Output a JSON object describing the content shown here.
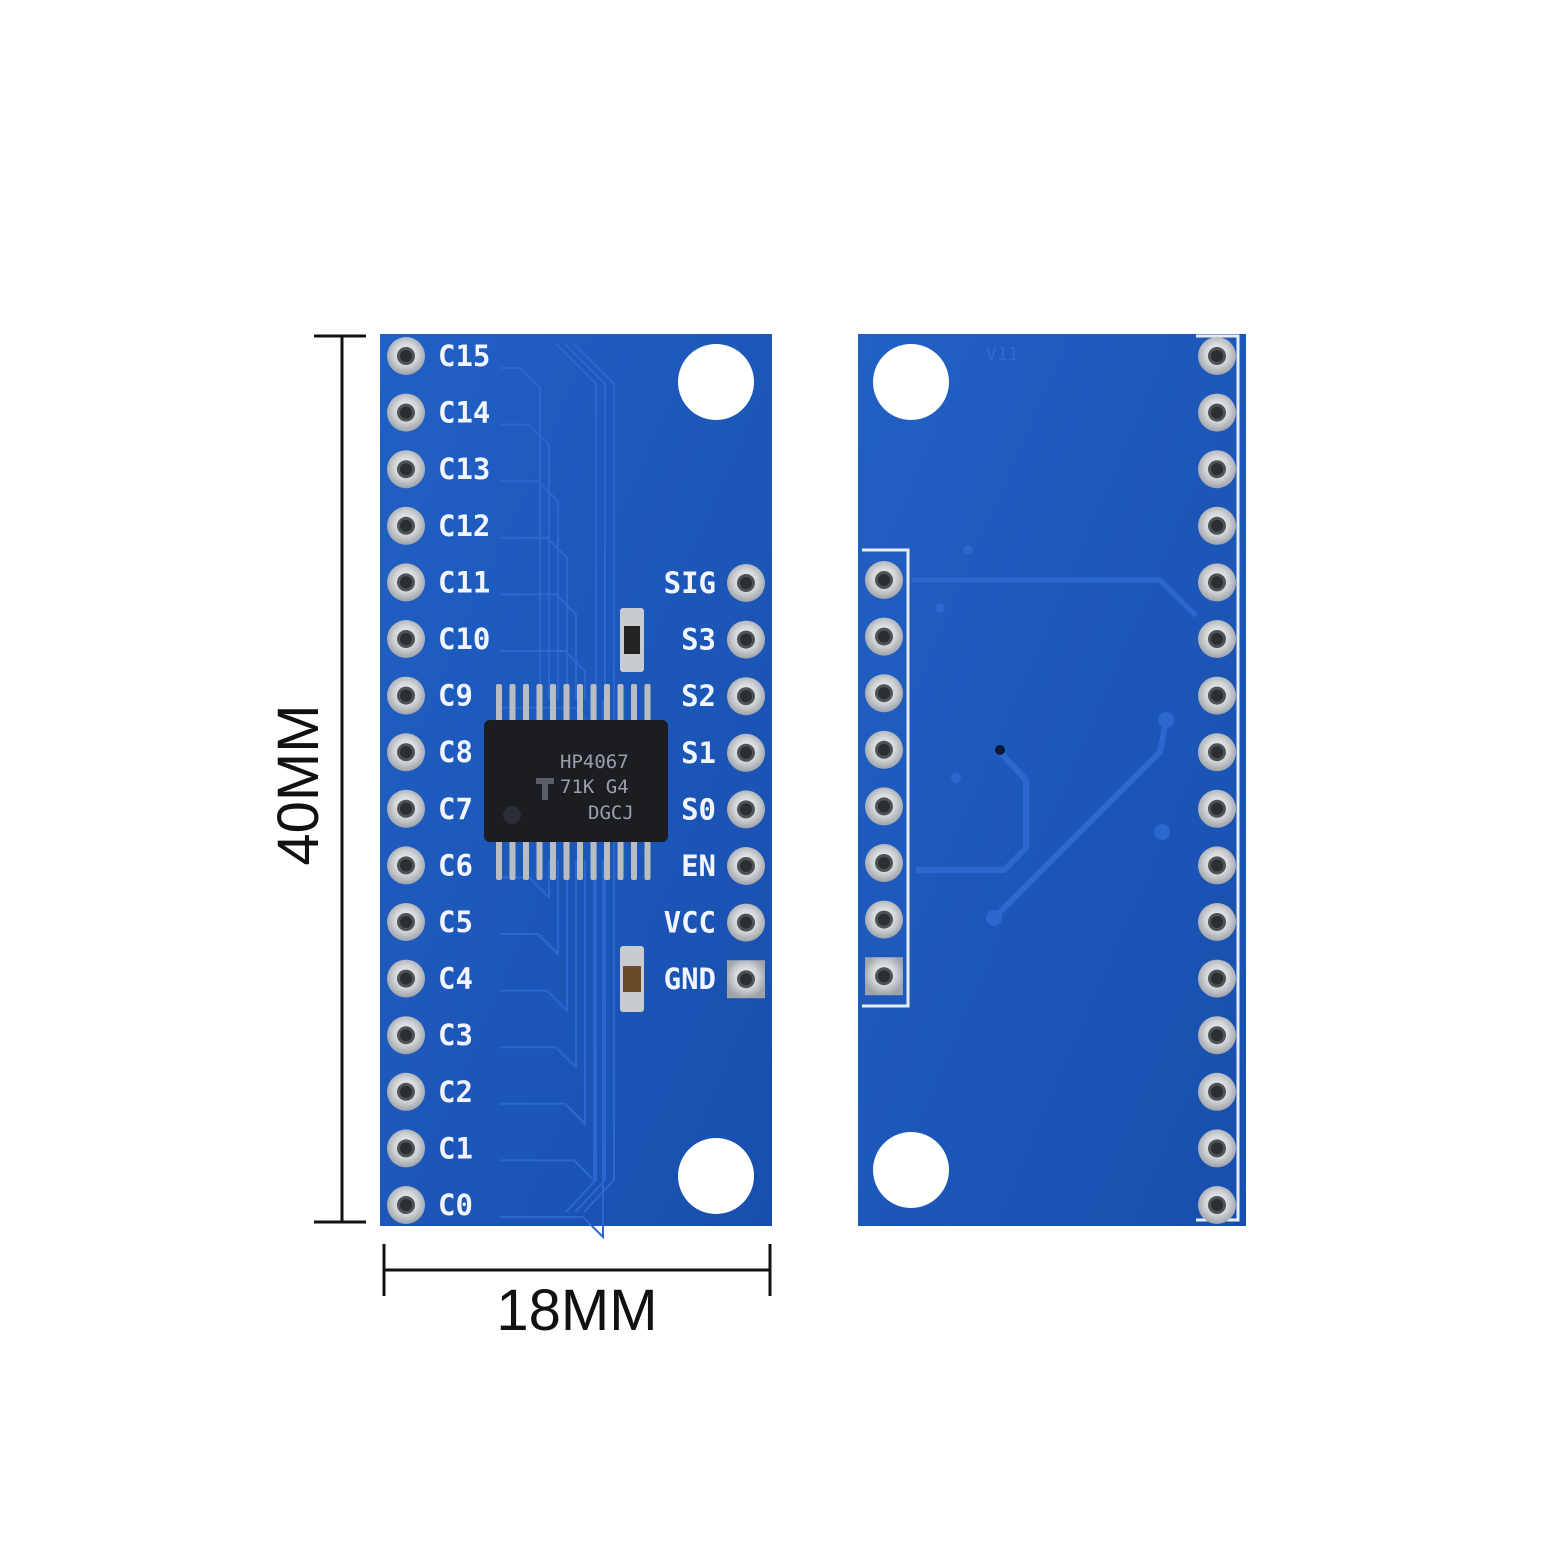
{
  "dimensions": {
    "height_label": "40MM",
    "width_label": "18MM"
  },
  "front": {
    "left_pins": [
      "C15",
      "C14",
      "C13",
      "C12",
      "C11",
      "C10",
      "C9",
      "C8",
      "C7",
      "C6",
      "C5",
      "C4",
      "C3",
      "C2",
      "C1",
      "C0"
    ],
    "right_pins": [
      "SIG",
      "S3",
      "S2",
      "S1",
      "S0",
      "EN",
      "VCC",
      "GND"
    ],
    "chip_lines": [
      "HP4067",
      "71K G4",
      "DGCJ"
    ]
  },
  "back": {
    "marking": "V11"
  },
  "colors": {
    "pcb": "#1d55b8",
    "pcb_dark": "#133f93",
    "trace": "#2a68cf",
    "pad": "#c9ccd0",
    "chip": "#1b1d22",
    "background": "#ffffff"
  }
}
